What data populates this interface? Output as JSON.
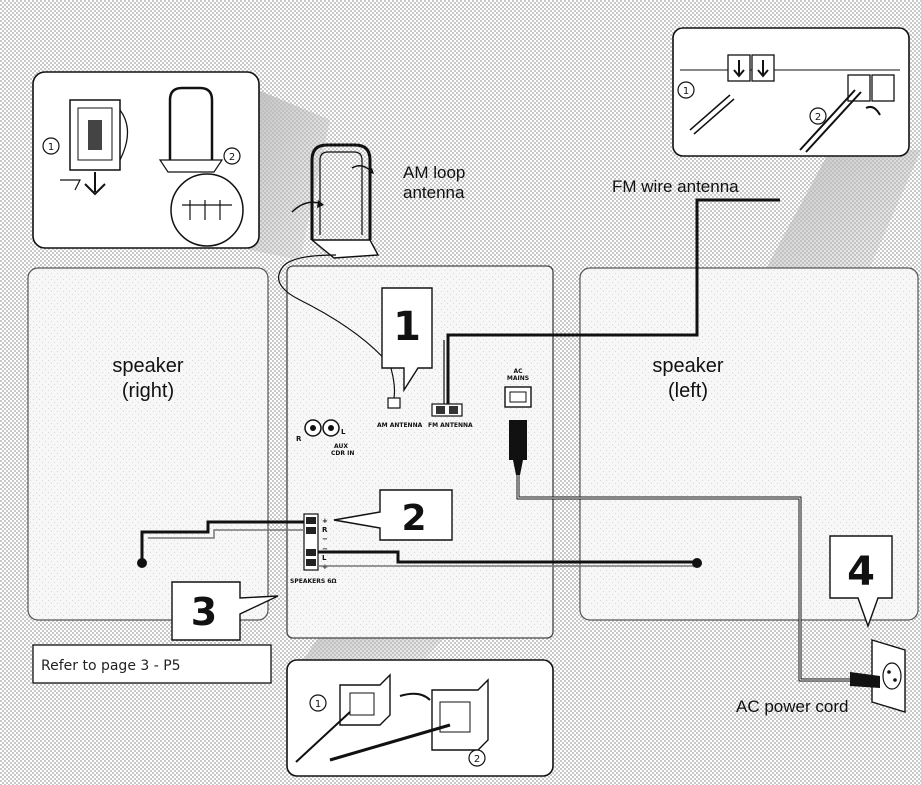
{
  "labels": {
    "am_antenna_line1": "AM loop",
    "am_antenna_line2": "antenna",
    "fm_antenna": "FM wire antenna",
    "speaker_right_line1": "speaker",
    "speaker_right_line2": "(right)",
    "speaker_left_line1": "speaker",
    "speaker_left_line2": "(left)",
    "power_cord": "AC power cord",
    "refer": "Refer to page 3 - P5"
  },
  "unit_labels": {
    "am_jack": "AM ANTENNA",
    "fm_jack": "FM ANTENNA",
    "ac_mains_line1": "AC",
    "ac_mains_line2": "MAINS",
    "aux_line1": "AUX",
    "aux_line2": "CDR IN",
    "speakers": "SPEAKERS 6Ω",
    "aux_r": "R",
    "aux_l": "L",
    "term_plus_r": "+",
    "term_r": "R",
    "term_minus_r": "−",
    "term_minus_l": "−",
    "term_l": "L",
    "term_plus_l": "+"
  },
  "callouts": {
    "step1": "1",
    "step2": "2",
    "step3": "3",
    "step4": "4"
  },
  "inset_steps": {
    "a": "1",
    "b": "2"
  },
  "colors": {
    "background_dots": "#d4d4d4",
    "panel_fill": "#f4f4f4",
    "outline": "#111111",
    "inset_fill": "#ffffff",
    "shadow": "#bdbdbd"
  }
}
